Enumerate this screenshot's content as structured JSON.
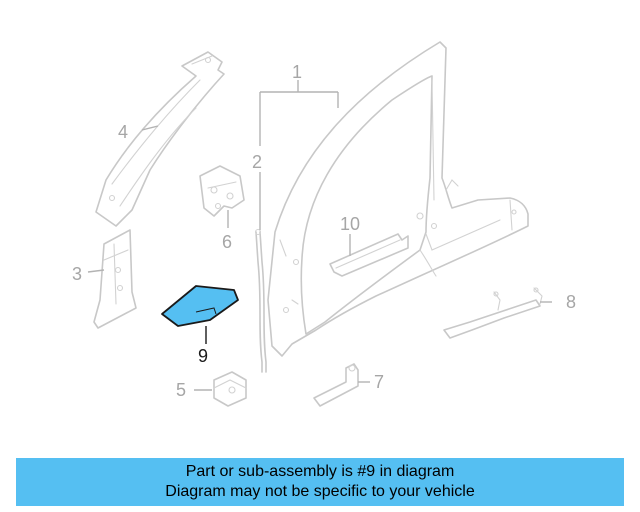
{
  "diagram": {
    "callouts": {
      "c1": "1",
      "c2": "2",
      "c3": "3",
      "c4": "4",
      "c5": "5",
      "c6": "6",
      "c7": "7",
      "c8": "8",
      "c9": "9",
      "c10": "10"
    },
    "highlighted_part": "9",
    "highlight_color": "#55bff2"
  },
  "banner": {
    "line1": "Part or sub-assembly is #9 in diagram",
    "line2": "Diagram may not be specific to your vehicle",
    "background": "#55bff2"
  }
}
